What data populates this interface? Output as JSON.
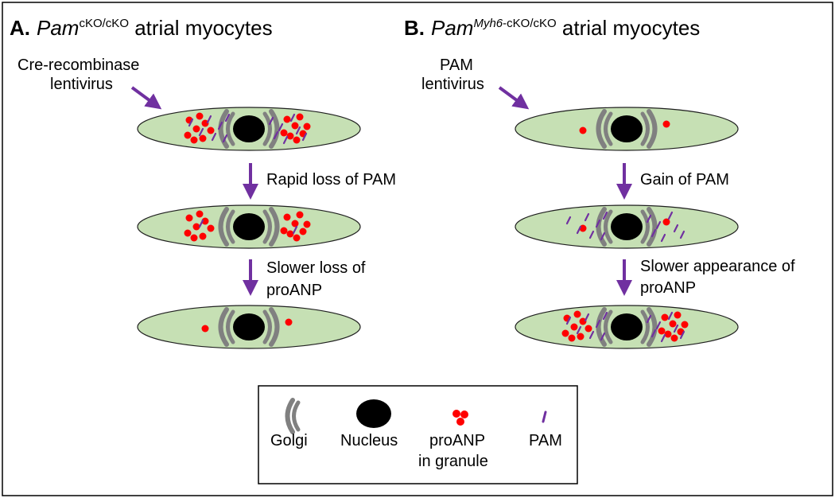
{
  "colors": {
    "cell_fill": "#c6e0b4",
    "cell_stroke": "#1f1f1f",
    "golgi": "#808080",
    "nucleus": "#000000",
    "granule": "#ff0000",
    "pam": "#7030a0",
    "arrow": "#7030a0"
  },
  "panel_a": {
    "letter": "A.",
    "gene": "Pam",
    "genotype": "cKO/cKO",
    "suffix": " atrial myocytes",
    "virus_line1": "Cre-recombinase",
    "virus_line2": "lentivirus",
    "step1": "Rapid loss of PAM",
    "step2_line1": "Slower loss of",
    "step2_line2": "proANP",
    "cells": [
      {
        "granules": "many",
        "pam": "many"
      },
      {
        "granules": "many",
        "pam": "few"
      },
      {
        "granules": "few",
        "pam": "none"
      }
    ]
  },
  "panel_b": {
    "letter": "B.",
    "gene": "Pam",
    "genotype_italic": "Myh6",
    "genotype": "-cKO/cKO",
    "suffix": " atrial myocytes",
    "virus_line1": "PAM",
    "virus_line2": "lentivirus",
    "step1": "Gain of PAM",
    "step2_line1": "Slower appearance of",
    "step2_line2": "proANP",
    "cells": [
      {
        "granules": "few",
        "pam": "none"
      },
      {
        "granules": "few",
        "pam": "many"
      },
      {
        "granules": "many",
        "pam": "many"
      }
    ]
  },
  "legend": {
    "golgi": "Golgi",
    "nucleus": "Nucleus",
    "proanp_line1": "proANP",
    "proanp_line2": "in granule",
    "pam": "PAM"
  }
}
